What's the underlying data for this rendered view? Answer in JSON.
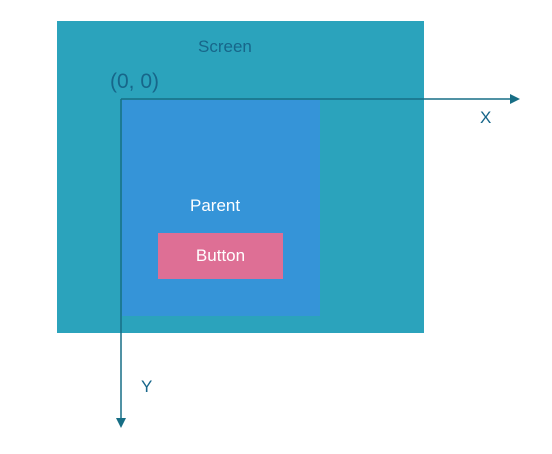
{
  "diagram": {
    "screen_label": "Screen",
    "parent_label": "Parent",
    "button_label": "Button",
    "origin_label": "(0, 0)",
    "x_axis_label": "X",
    "y_axis_label": "Y"
  },
  "colors": {
    "screen_fill": "#2ba3bc",
    "parent_fill": "#3594d8",
    "button_fill": "#de6f95",
    "axis_color": "#176e85",
    "label_dark": "#17668a",
    "label_light": "#ffffff"
  }
}
